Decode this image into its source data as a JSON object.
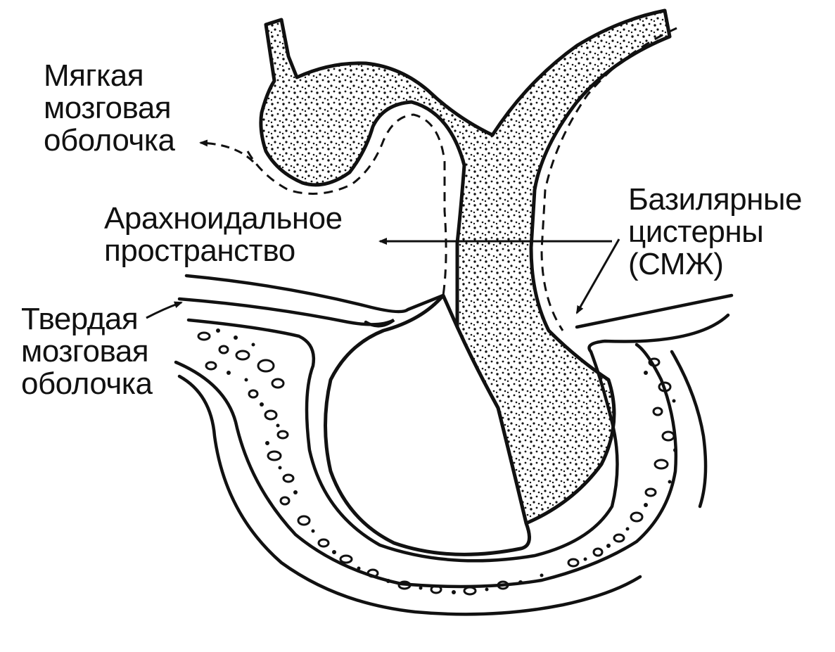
{
  "labels": {
    "pia_mater": [
      "Мягкая",
      "мозговая",
      "оболочка"
    ],
    "arachnoid_space": [
      "Арахноидальное",
      "пространство"
    ],
    "basilar_cisterns": [
      "Базилярные",
      "цистерны",
      "(СМЖ)"
    ],
    "dura_mater": [
      "Твердая",
      "мозговая",
      "оболочка"
    ]
  },
  "colors": {
    "ink": "#111111",
    "background": "#ffffff"
  }
}
